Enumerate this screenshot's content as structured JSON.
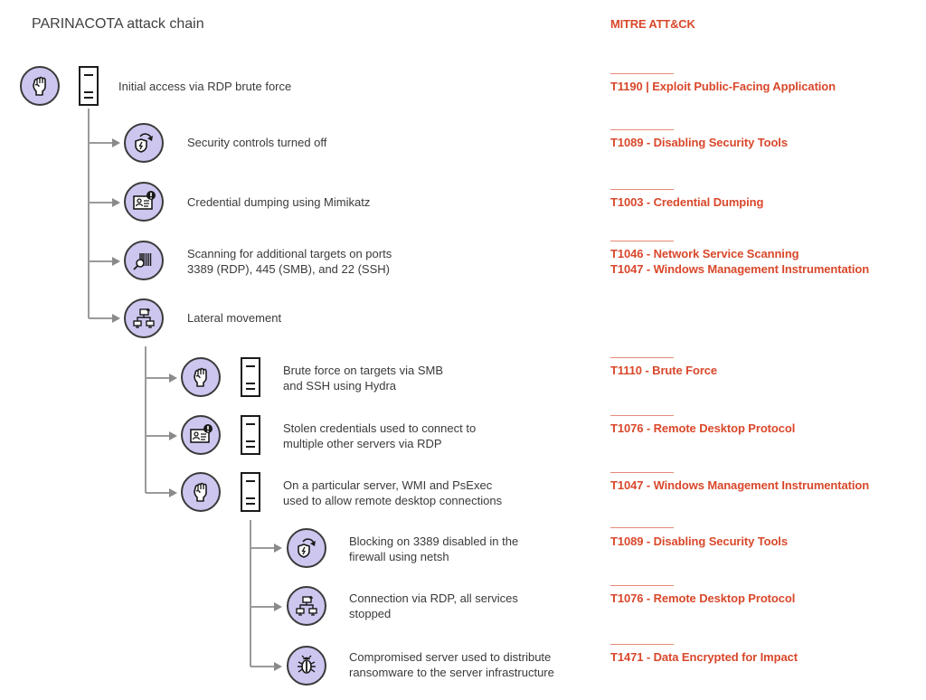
{
  "title": "PARINACOTA attack chain",
  "mitre_heading": "MITRE ATT&CK",
  "colors": {
    "icon_fill": "#cdc7f0",
    "icon_stroke": "#3a3a3a",
    "technique_text": "#d9482b",
    "technique_separator": "#e58a78",
    "connector": "#9a9a9a",
    "body_text": "#3a3a3a"
  },
  "steps": [
    {
      "level": 0,
      "icon": "fist-icon",
      "server": true,
      "text": "Initial access via RDP brute force",
      "techniques": "T1190 | Exploit Public-Facing Application"
    },
    {
      "level": 1,
      "icon": "shield-disable-icon",
      "server": false,
      "text": "Security controls turned off",
      "techniques": "T1089 - Disabling Security Tools"
    },
    {
      "level": 1,
      "icon": "id-card-alert-icon",
      "server": false,
      "text": "Credential dumping using Mimikatz",
      "techniques": "T1003 - Credential Dumping"
    },
    {
      "level": 1,
      "icon": "barcode-scan-icon",
      "server": false,
      "text": "Scanning for additional targets on ports\n3389 (RDP), 445 (SMB), and 22 (SSH)",
      "techniques": "T1046 - Network Service Scanning\nT1047 - Windows Management Instrumentation"
    },
    {
      "level": 1,
      "icon": "network-icon",
      "server": false,
      "text": "Lateral movement",
      "techniques": ""
    },
    {
      "level": 2,
      "icon": "fist-icon",
      "server": true,
      "text": "Brute force on targets via SMB\nand SSH using Hydra",
      "techniques": "T1110 - Brute Force"
    },
    {
      "level": 2,
      "icon": "id-card-alert-icon",
      "server": true,
      "text": "Stolen credentials used to connect to\nmultiple other servers via RDP",
      "techniques": "T1076 - Remote Desktop Protocol"
    },
    {
      "level": 2,
      "icon": "fist-icon",
      "server": true,
      "text": "On a particular server, WMI and PsExec\nused to allow remote desktop connections",
      "techniques": "T1047 - Windows Management Instrumentation"
    },
    {
      "level": 3,
      "icon": "shield-disable-icon",
      "server": false,
      "text": "Blocking on 3389 disabled in the\nfirewall using netsh",
      "techniques": "T1089 - Disabling Security Tools"
    },
    {
      "level": 3,
      "icon": "network-icon",
      "server": false,
      "text": "Connection via RDP, all services\nstopped",
      "techniques": "T1076 - Remote Desktop Protocol"
    },
    {
      "level": 3,
      "icon": "bug-icon",
      "server": false,
      "text": "Compromised server used to distribute\nransomware to the server infrastructure",
      "techniques": "T1471 - Data Encrypted for Impact"
    }
  ]
}
